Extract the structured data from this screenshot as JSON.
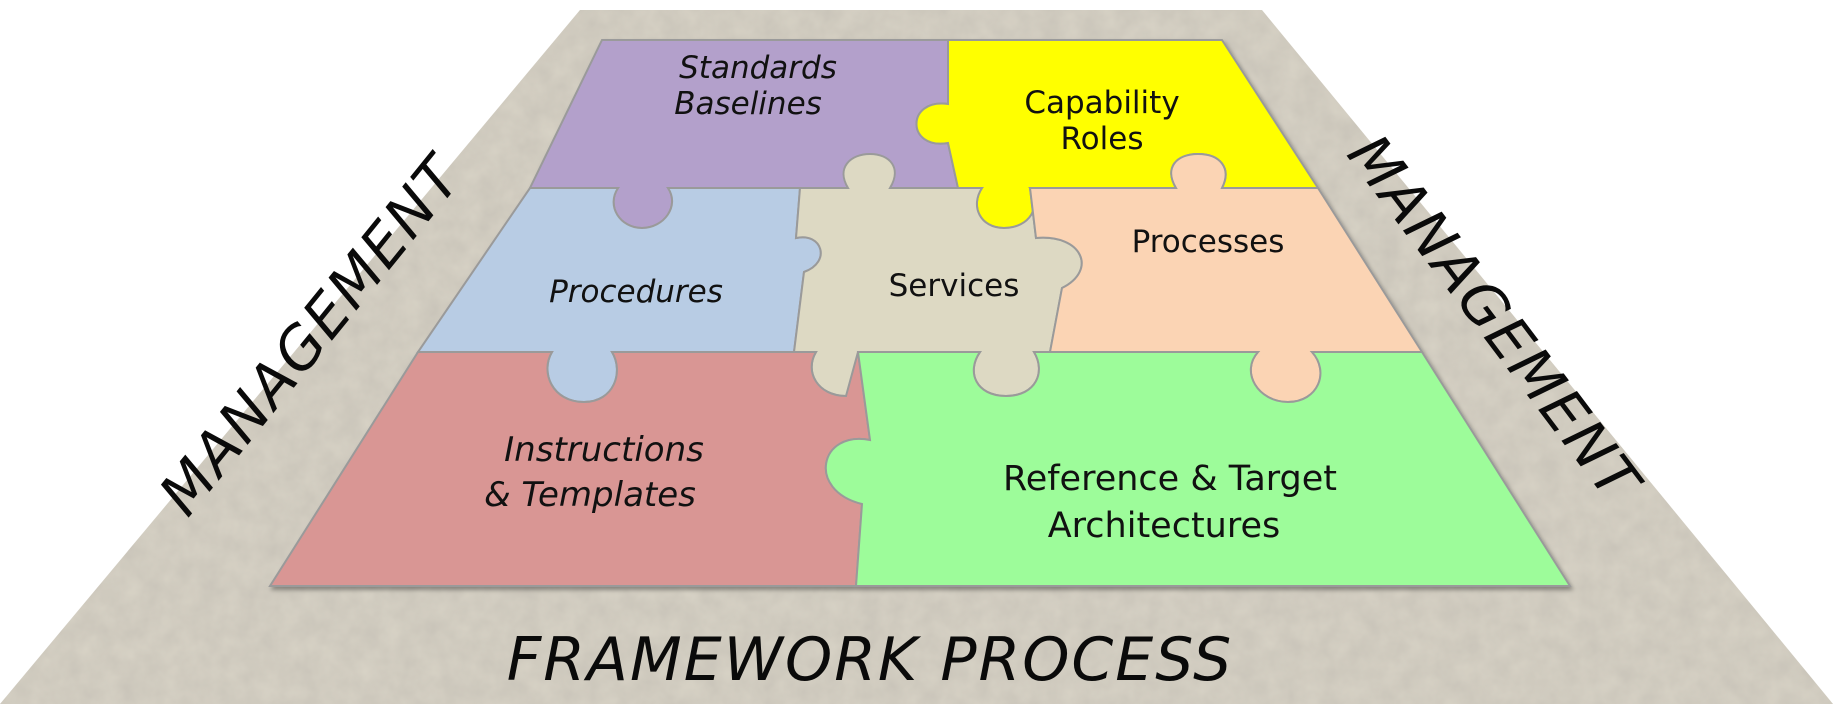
{
  "pieces": {
    "standards": {
      "line1": "Standards",
      "line2": "Baselines",
      "color": "#b3a0cb"
    },
    "capability": {
      "line1": "Capability",
      "line2": "Roles",
      "color": "#ffff00"
    },
    "procedures": {
      "label": "Procedures",
      "color": "#b8cce4"
    },
    "services": {
      "label": "Services",
      "color": "#ddd9c3"
    },
    "processes": {
      "label": "Processes",
      "color": "#fbd4b4"
    },
    "instructions": {
      "line1": "Instructions",
      "line2": "& Templates",
      "color": "#d99694"
    },
    "reference": {
      "line1": "Reference & Target",
      "line2": "Architectures",
      "color": "#9dfc9a"
    }
  },
  "border": {
    "left_text": "MANAGEMENT",
    "right_text": "MANAGEMENT",
    "bottom_text": "FRAMEWORK PROCESS",
    "color": "#d8d3c6"
  }
}
